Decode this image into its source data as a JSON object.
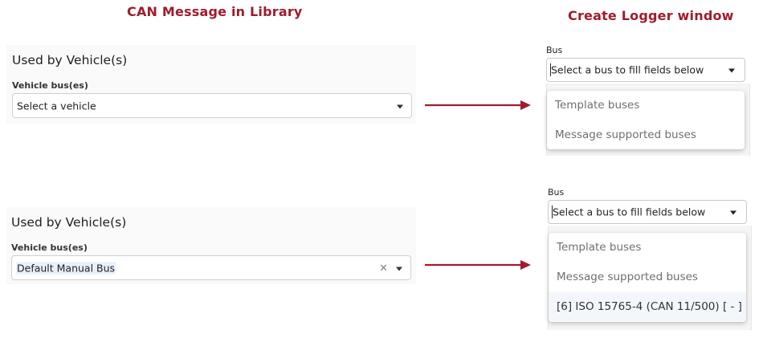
{
  "headings": {
    "left": "CAN Message in Library",
    "right": "Create Logger window"
  },
  "library_top": {
    "title": "Used by Vehicle(s)",
    "field_label": "Vehicle bus(es)",
    "placeholder": "Select a vehicle"
  },
  "library_bottom": {
    "title": "Used by Vehicle(s)",
    "field_label": "Vehicle bus(es)",
    "selected_chip": "Default Manual Bus"
  },
  "logger_top": {
    "label": "Bus",
    "placeholder": "Select a bus to fill fields below",
    "menu": [
      "Template buses",
      "Message supported buses"
    ]
  },
  "logger_bottom": {
    "label": "Bus",
    "placeholder": "Select a bus to fill fields below",
    "menu": [
      "Template buses",
      "Message supported buses"
    ],
    "option": "[6] ISO 15765-4 (CAN 11/500) [ - ]"
  },
  "icons": {
    "clear": "×",
    "dropdown": "caret-down-icon",
    "arrow": "right-arrow-icon"
  },
  "colors": {
    "heading": "#a01c2c",
    "arrow": "#a01c2c",
    "chip_bg": "#e7f0fb"
  }
}
